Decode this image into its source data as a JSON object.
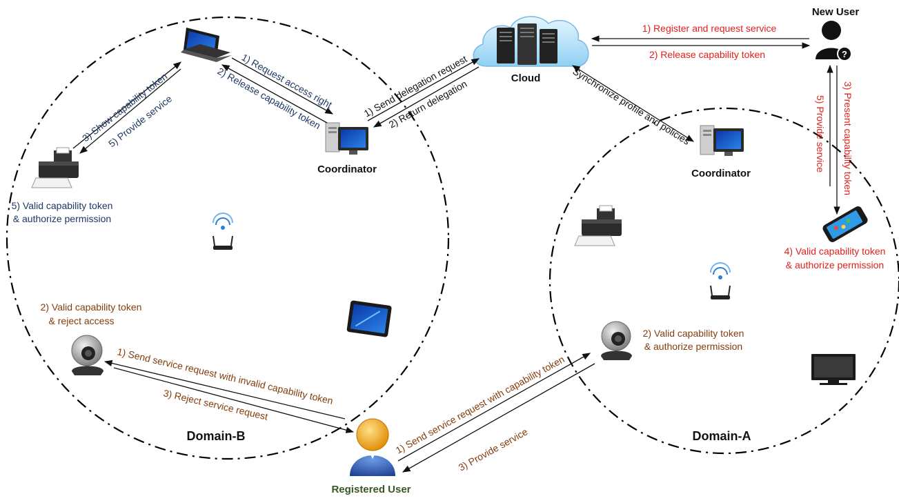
{
  "colors": {
    "navy": "#1f3864",
    "red": "#e0201b",
    "brown": "#843c0c",
    "green": "#385723",
    "black": "#111111"
  },
  "domains": {
    "b": {
      "label": "Domain-B"
    },
    "a": {
      "label": "Domain-A"
    }
  },
  "nodes": {
    "cloud": {
      "label": "Cloud",
      "icon": "cloud-server-icon"
    },
    "new_user": {
      "label": "New User",
      "icon": "unknown-user-icon"
    },
    "coordinator_b": {
      "label": "Coordinator",
      "icon": "desktop-computer-icon"
    },
    "coordinator_a": {
      "label": "Coordinator",
      "icon": "desktop-computer-icon"
    },
    "registered_user": {
      "label": "Registered User",
      "icon": "person-icon"
    },
    "laptop_b": {
      "icon": "laptop-icon"
    },
    "printer_b": {
      "icon": "printer-icon"
    },
    "router_b": {
      "icon": "wifi-router-icon"
    },
    "tablet_b": {
      "icon": "tablet-icon"
    },
    "webcam_b": {
      "icon": "webcam-icon"
    },
    "printer_a": {
      "icon": "printer-icon"
    },
    "router_a": {
      "icon": "wifi-router-icon"
    },
    "webcam_a": {
      "icon": "webcam-icon"
    },
    "phone_a": {
      "icon": "smartphone-icon"
    },
    "monitor_a": {
      "icon": "monitor-icon"
    }
  },
  "labels": {
    "new_user_register": "1) Register and request service",
    "new_user_release": "2) Release capability token",
    "present_token": "3) Present capability token",
    "provide_service_a": "5) Provide service",
    "phone_valid_1": "4) Valid capability token",
    "phone_valid_2": "& authorize permission",
    "send_delegation": "1) Send delegation request",
    "return_delegation": "2) Return delegation",
    "sync_profile": "Synchronize profile and policies",
    "request_access": "1) Request access right",
    "release_token_b": "2) Release capability token",
    "show_token": "3) Show capability token",
    "provide_service_b": "5) Provide service",
    "printer_valid_1": "5) Valid capability token",
    "printer_valid_2": "& authorize permission",
    "webcam_b_valid_1": "2) Valid capability token",
    "webcam_b_valid_2": "& reject access",
    "send_invalid": "1) Send service request with invalid capability token",
    "reject_request": "3) Reject service request",
    "send_with_token": "1) Send service request with capability token",
    "provide_service_reg": "3) Provide service",
    "webcam_a_valid_1": "2) Valid capability token",
    "webcam_a_valid_2": "& authorize permission"
  }
}
